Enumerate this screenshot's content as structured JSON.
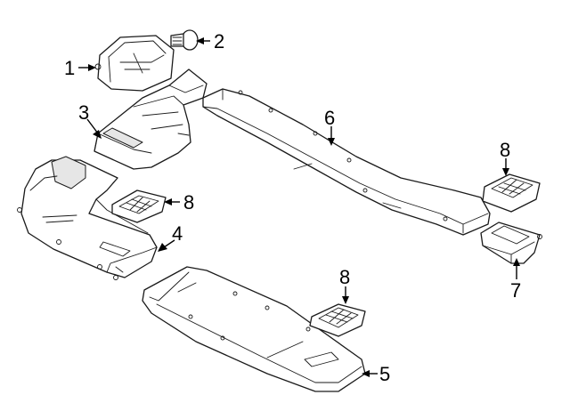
{
  "diagram": {
    "callouts": [
      {
        "id": "c1",
        "text": "1"
      },
      {
        "id": "c2",
        "text": "2"
      },
      {
        "id": "c3",
        "text": "3"
      },
      {
        "id": "c4",
        "text": "4"
      },
      {
        "id": "c5",
        "text": "5"
      },
      {
        "id": "c6",
        "text": "6"
      },
      {
        "id": "c7",
        "text": "7"
      },
      {
        "id": "c8a",
        "text": "8"
      },
      {
        "id": "c8b",
        "text": "8"
      },
      {
        "id": "c8c",
        "text": "8"
      }
    ]
  }
}
